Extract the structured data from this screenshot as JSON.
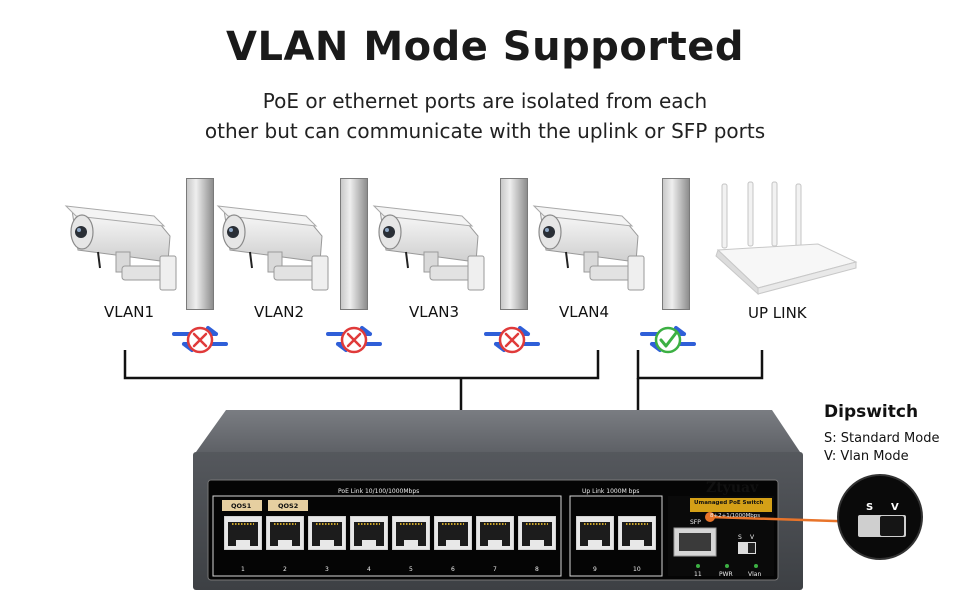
{
  "title": "VLAN Mode Supported",
  "subtitle_line1": "PoE or ethernet ports are isolated from each",
  "subtitle_line2": "other but can communicate with the uplink or SFP ports",
  "devices": [
    {
      "label": "VLAN1",
      "icon": "camera-icon"
    },
    {
      "label": "VLAN2",
      "icon": "camera-icon"
    },
    {
      "label": "VLAN3",
      "icon": "camera-icon"
    },
    {
      "label": "VLAN4",
      "icon": "camera-icon"
    },
    {
      "label": "UP LINK",
      "icon": "router-icon"
    }
  ],
  "status_icons": [
    "blocked-icon",
    "blocked-icon",
    "blocked-icon",
    "allowed-icon"
  ],
  "colors": {
    "blocked": "#e03a3a",
    "allowed": "#3cb043",
    "arrows": "#2f5fd8",
    "accent": "#e8742a",
    "switch_body": "#5a5d63"
  },
  "switch": {
    "brand": "Ztyuav",
    "poe_label": "PoE Link  10/100/1000Mbps",
    "uplink_label": "Up Link  1000M bps",
    "qos1": "QOS1",
    "qos2": "QOS2",
    "model": "Umanaged PoE Switch",
    "spec": "8+2+1/1000Mbps",
    "sfp": "SFP",
    "port_numbers": [
      "1",
      "2",
      "3",
      "4",
      "5",
      "6",
      "7",
      "8"
    ],
    "uplink_numbers": [
      "9",
      "10"
    ],
    "sfp_number": "11",
    "pwr": "PWR",
    "vlan": "Vlan",
    "dip_s": "S",
    "dip_v": "V"
  },
  "dipswitch": {
    "title": "Dipswitch",
    "line1": "S: Standard Mode",
    "line2": "V: Vlan Mode",
    "s": "S",
    "v": "V"
  }
}
